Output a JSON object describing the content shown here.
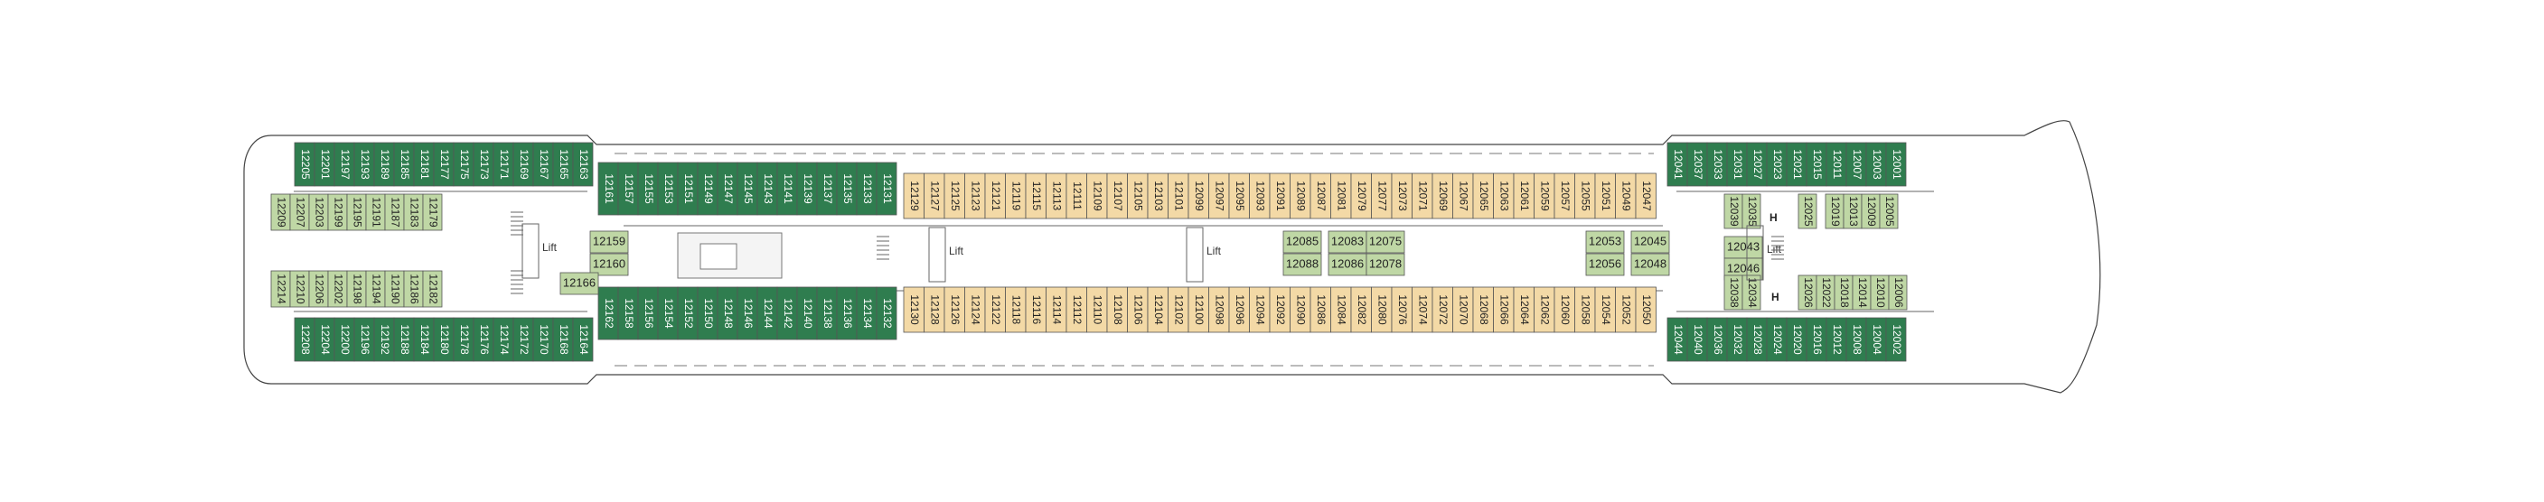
{
  "legend": {
    "balcony_color": "#2f7d4f",
    "interior_color": "#f3d9a6",
    "suite_color": "#bfd7a5",
    "outline_color": "#555555"
  },
  "labels": {
    "lift": "Lift",
    "handicap": "H"
  },
  "top_aft_row": [
    "12205",
    "12201",
    "12197",
    "12193",
    "12189",
    "12185",
    "12181",
    "12177",
    "12175",
    "12173",
    "12171",
    "12169",
    "12167",
    "12165",
    "12163"
  ],
  "top_outer_row": [
    "12161",
    "12157",
    "12155",
    "12153",
    "12151",
    "12149",
    "12147",
    "12145",
    "12143",
    "12141",
    "12139",
    "12137",
    "12135",
    "12133",
    "12131"
  ],
  "top_inner_row": [
    "12129",
    "12127",
    "12125",
    "12123",
    "12121",
    "12119",
    "12115",
    "12113",
    "12111",
    "12109",
    "12107",
    "12105",
    "12103",
    "12101",
    "12099",
    "12097",
    "12095",
    "12093",
    "12091",
    "12089",
    "12087",
    "12081",
    "12079",
    "12077",
    "12073",
    "12071",
    "12069",
    "12067",
    "12065",
    "12063",
    "12061",
    "12059",
    "12057",
    "12055",
    "12051",
    "12049",
    "12047"
  ],
  "top_fwd_row": [
    "12041",
    "12037",
    "12033",
    "12031",
    "12027",
    "12023",
    "12021",
    "12015",
    "12011",
    "12007",
    "12003",
    "12001"
  ],
  "bottom_aft_row": [
    "12208",
    "12204",
    "12200",
    "12196",
    "12192",
    "12188",
    "12184",
    "12180",
    "12178",
    "12176",
    "12174",
    "12172",
    "12170",
    "12168",
    "12164"
  ],
  "bottom_outer_row": [
    "12162",
    "12158",
    "12156",
    "12154",
    "12152",
    "12150",
    "12148",
    "12146",
    "12144",
    "12142",
    "12140",
    "12138",
    "12136",
    "12134",
    "12132"
  ],
  "bottom_inner_row": [
    "12130",
    "12128",
    "12126",
    "12124",
    "12122",
    "12118",
    "12116",
    "12114",
    "12112",
    "12110",
    "12108",
    "12106",
    "12104",
    "12102",
    "12100",
    "12098",
    "12096",
    "12094",
    "12092",
    "12090",
    "12086",
    "12084",
    "12082",
    "12080",
    "12076",
    "12074",
    "12072",
    "12070",
    "12068",
    "12066",
    "12064",
    "12062",
    "12060",
    "12058",
    "12054",
    "12052",
    "12050"
  ],
  "bottom_fwd_row": [
    "12044",
    "12040",
    "12036",
    "12032",
    "12028",
    "12024",
    "12020",
    "12016",
    "12012",
    "12008",
    "12004",
    "12002"
  ],
  "aft_inner_top": [
    "12209",
    "12207",
    "12203",
    "12199",
    "12195",
    "12191",
    "12187",
    "12183",
    "12179"
  ],
  "aft_inner_bottom": [
    "12214",
    "12210",
    "12206",
    "12202",
    "12198",
    "12194",
    "12190",
    "12186",
    "12182"
  ],
  "mid_inner_cabins": [
    "12159",
    "12160",
    "12166",
    "12085",
    "12088",
    "12083",
    "12086",
    "12075",
    "12078",
    "12053",
    "12056",
    "12045",
    "12048",
    "12043",
    "12046"
  ],
  "fwd_inner_top": [
    "12039",
    "12035",
    "12025",
    "12019",
    "12013",
    "12009",
    "12005"
  ],
  "fwd_inner_bottom": [
    "12038",
    "12034",
    "12026",
    "12022",
    "12018",
    "12014",
    "12010",
    "12006"
  ]
}
